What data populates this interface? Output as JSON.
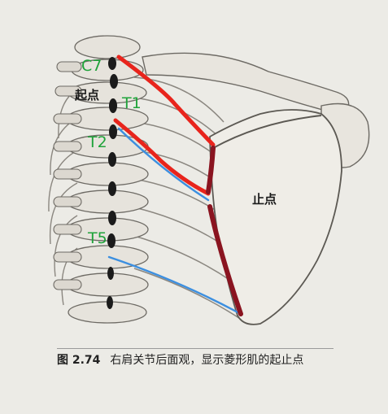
{
  "labels": {
    "c7": "C7",
    "t1": "T1",
    "t2": "T2",
    "t5": "T5",
    "origin": "起点",
    "insertion": "止点"
  },
  "caption": {
    "figure_number": "图 2.74",
    "text": "右肩关节后面观，显示菱形肌的起止点"
  },
  "colors": {
    "background": "#ecebe6",
    "bone": "#e9e6df",
    "bone_outline": "#6d6a64",
    "annotation_green": "#1fa33a",
    "rhomboid_minor_line": "#e8241c",
    "rhomboid_major_line": "#3c8fe0",
    "insertion_line": "#8a1420",
    "spinous_dark": "#1b1b1b"
  }
}
